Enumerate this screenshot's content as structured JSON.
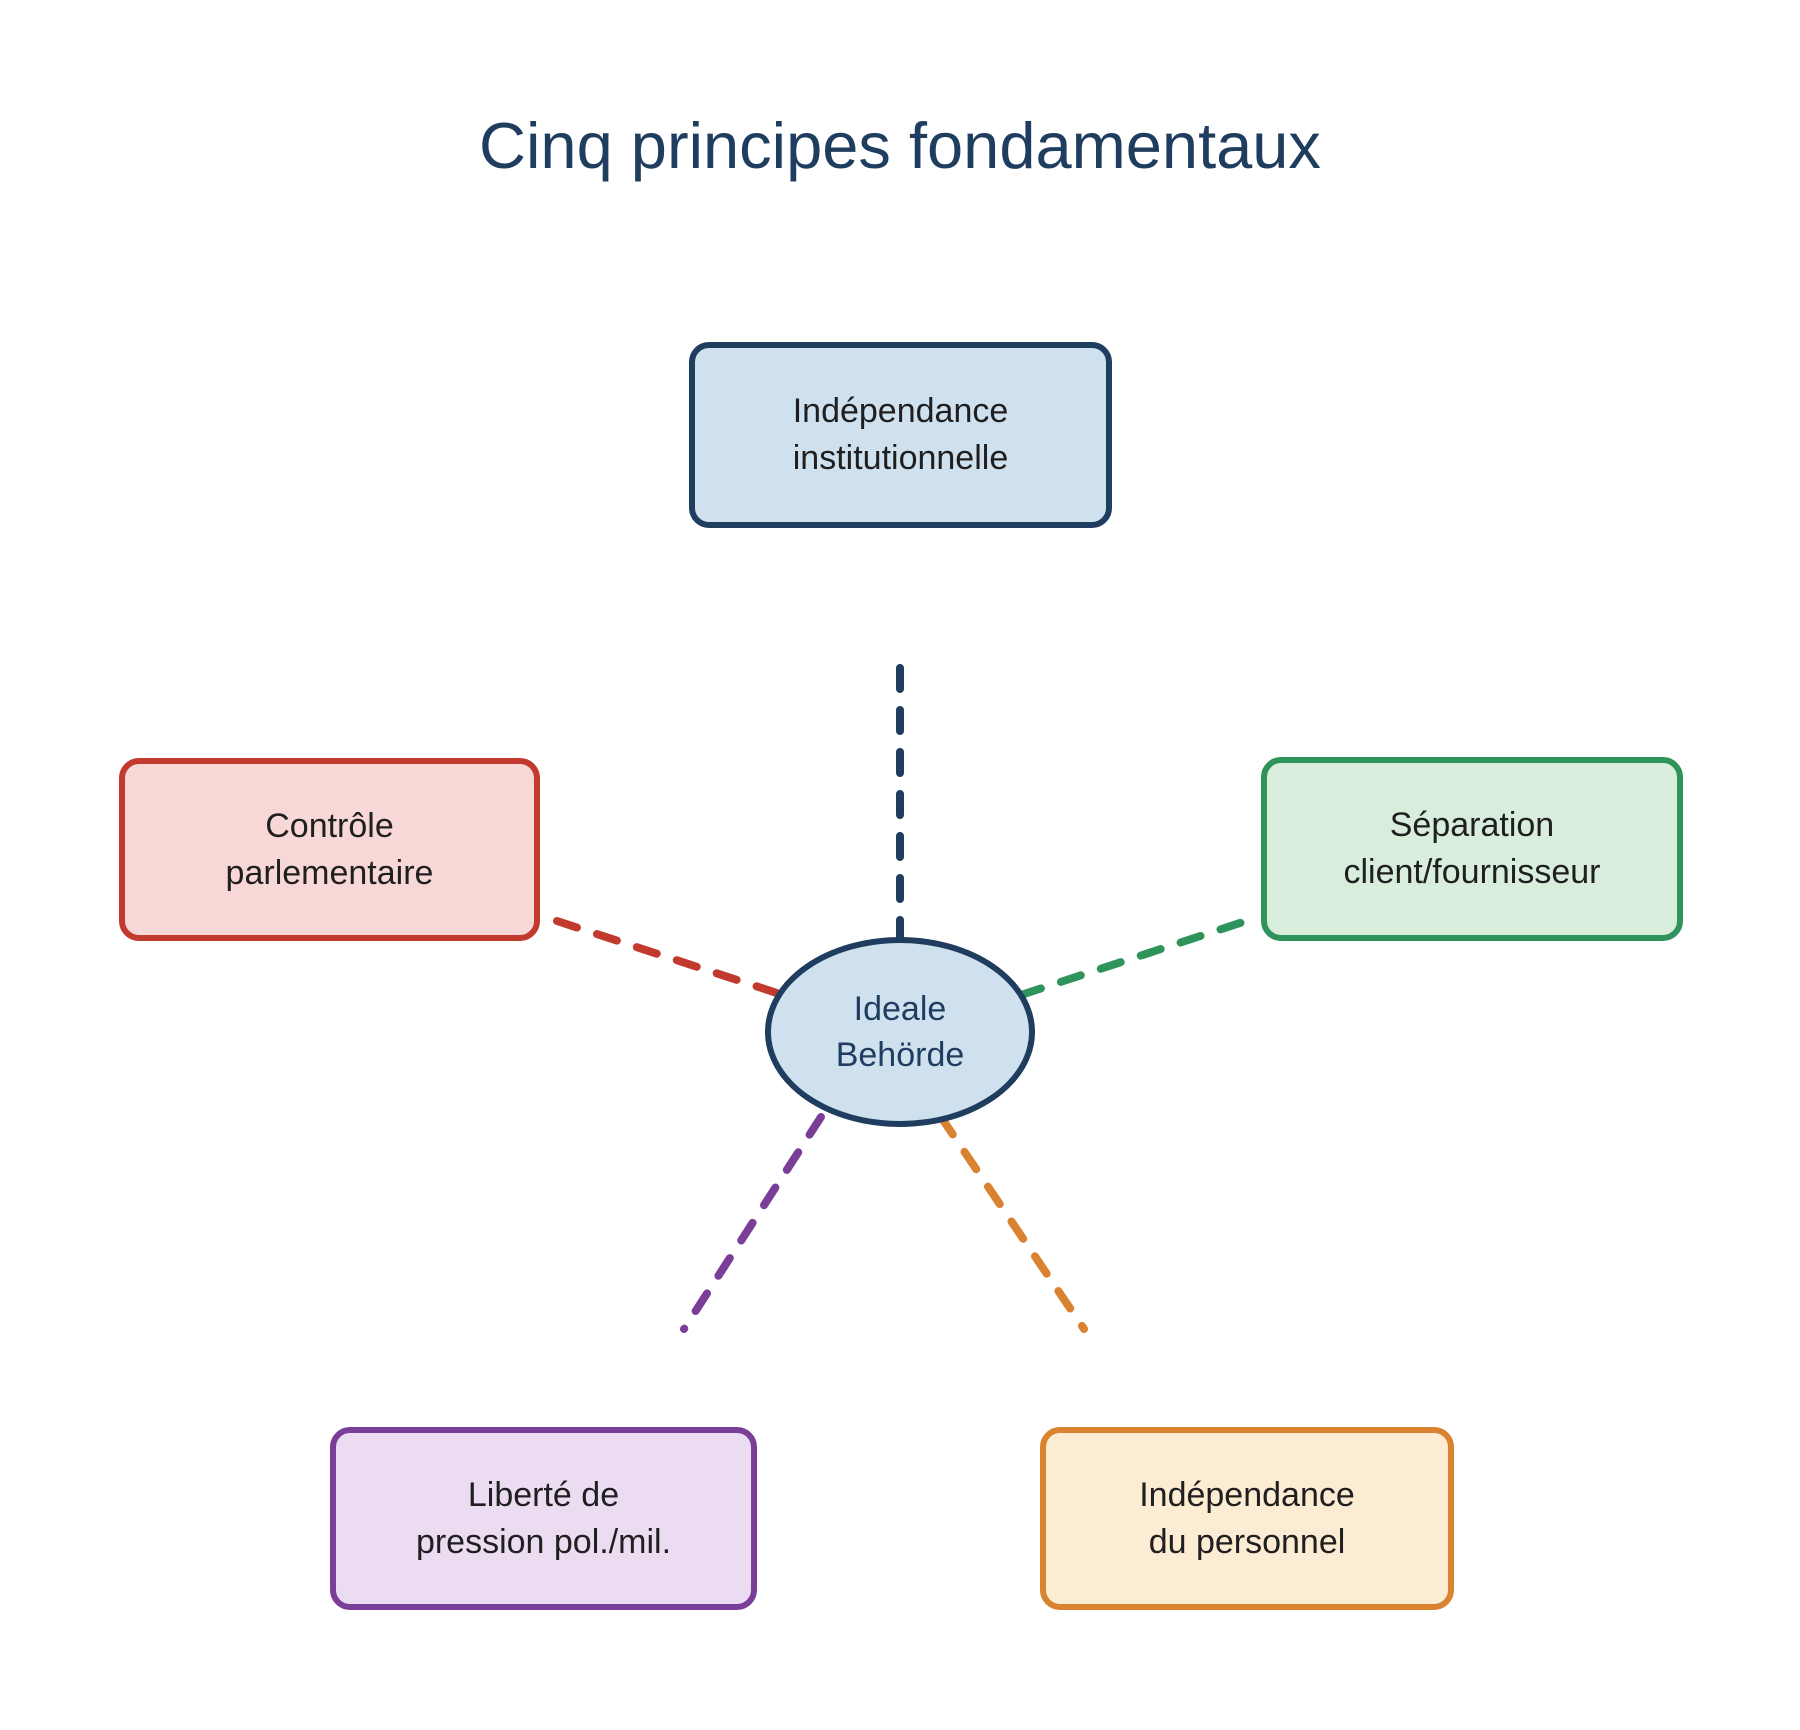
{
  "title": "Cinq principes fondamentaux",
  "diagram": {
    "center_node": {
      "label_lines": [
        "Ideale",
        "Behörde"
      ],
      "fill": "#cfe0ef",
      "border_color": "#1f3d5e",
      "text_color": "#1f3d5e"
    },
    "nodes": [
      {
        "id": "institutional-independence",
        "label_lines": [
          "Indépendance",
          "institutionnelle"
        ],
        "fill": "#cfe0ef",
        "border_color": "#1f3d5e"
      },
      {
        "id": "parliamentary-control",
        "label_lines": [
          "Contrôle",
          "parlementaire"
        ],
        "fill": "#f8d8d6",
        "border_color": "#c13a2d"
      },
      {
        "id": "client-supplier-separation",
        "label_lines": [
          "Séparation",
          "client/fournisseur"
        ],
        "fill": "#d8eddc",
        "border_color": "#2f935c"
      },
      {
        "id": "freedom-from-pressure",
        "label_lines": [
          "Liberté de",
          "pression pol./mil."
        ],
        "fill": "#ecdcf2",
        "border_color": "#7b3e98"
      },
      {
        "id": "staff-independence",
        "label_lines": [
          "Indépendance",
          "du personnel"
        ],
        "fill": "#fcecd3",
        "border_color": "#d9822f"
      }
    ],
    "connectors": [
      {
        "from": "center",
        "to": "institutional-independence",
        "style": "dashed",
        "color": "#1f3d5e"
      },
      {
        "from": "center",
        "to": "parliamentary-control",
        "style": "dashed",
        "color": "#c13a2d"
      },
      {
        "from": "center",
        "to": "client-supplier-separation",
        "style": "dashed",
        "color": "#2f935c"
      },
      {
        "from": "center",
        "to": "freedom-from-pressure",
        "style": "dashed",
        "color": "#7b3e98"
      },
      {
        "from": "center",
        "to": "staff-independence",
        "style": "dashed",
        "color": "#d9822f"
      }
    ]
  }
}
